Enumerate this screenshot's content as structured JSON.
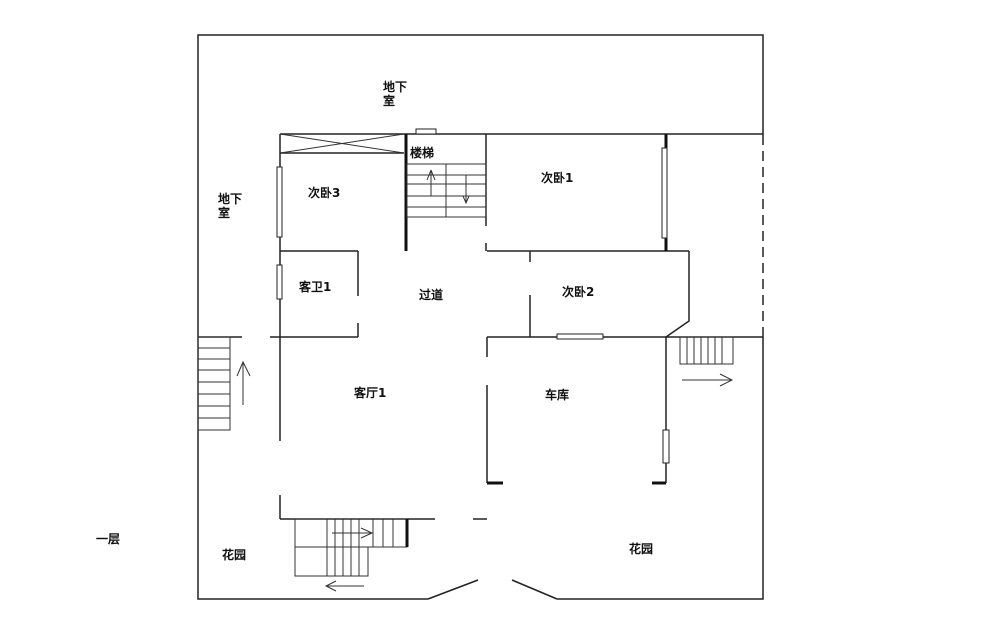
{
  "floor_label": "一层",
  "rooms": {
    "basement_top_line1": "地下",
    "basement_top_line2": "室",
    "basement_left_line1": "地下",
    "basement_left_line2": "室",
    "stairs": "楼梯",
    "bedroom3": "次卧3",
    "bedroom1": "次卧1",
    "guest_bath1": "客卫1",
    "corridor": "过道",
    "bedroom2": "次卧2",
    "living_room1": "客厅1",
    "garage": "车库",
    "garden_left": "花园",
    "garden_right": "花园"
  }
}
